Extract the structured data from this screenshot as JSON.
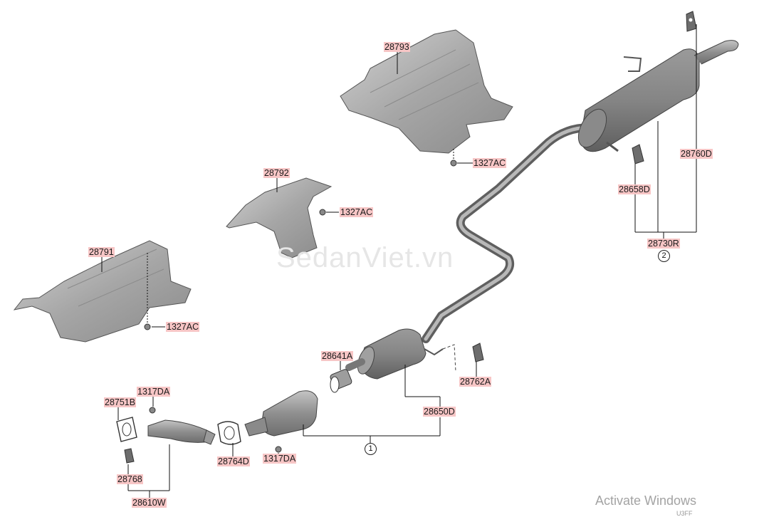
{
  "watermark": "SedanViet.vn",
  "overlay": {
    "activate_windows": "Activate Windows",
    "cut_text": "U3FF"
  },
  "labels": {
    "p28793": "28793",
    "p1327AC_a": "1327AC",
    "p28792": "28792",
    "p1327AC_b": "1327AC",
    "p28791": "28791",
    "p1327AC_c": "1327AC",
    "p28760D": "28760D",
    "p28658D": "28658D",
    "p28730R": "28730R",
    "p28641A": "28641A",
    "p28762A": "28762A",
    "p28650D": "28650D",
    "p1317DA_a": "1317DA",
    "p28751B": "28751B",
    "p28764D": "28764D",
    "p1317DA_b": "1317DA",
    "p28768": "28768",
    "p28610W": "28610W"
  },
  "callouts": {
    "c1": "1",
    "c2": "2"
  }
}
